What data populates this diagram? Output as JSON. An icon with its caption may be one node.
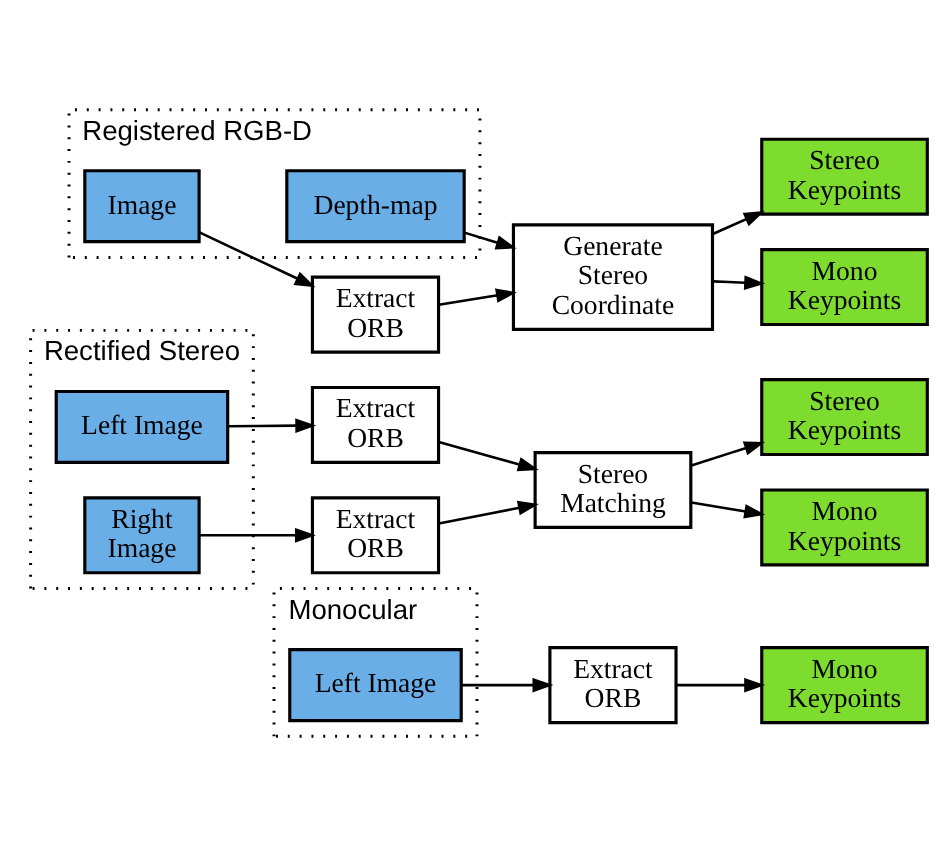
{
  "diagram": {
    "nodes": [
      {
        "text": [
          "Monocular"
        ]
      },
      {
        "text": [
          "Left Image"
        ],
        "in": 0
      },
      {
        "text": [
          "Extract ORB"
        ]
      },
      {
        "text": [
          "Mono Keypoints"
        ]
      },
      {
        "text": [
          "Rectified Stereo"
        ]
      },
      {
        "text": [
          "Left Image"
        ],
        "in": 4
      },
      {
        "text": [
          "Right Image"
        ],
        "in": 4
      },
      {
        "text": [
          "Extract ORB"
        ]
      },
      {
        "text": [
          "Extract ORB"
        ]
      },
      {
        "text": [
          "Stereo Matching"
        ]
      },
      {
        "text": [
          "Stereo Keypoints"
        ]
      },
      {
        "text": [
          "Mono Keypoints"
        ]
      },
      {
        "text": [
          "Registered RGB-D"
        ]
      },
      {
        "text": [
          "Image"
        ],
        "in": 12
      },
      {
        "text": [
          "Depth-map"
        ],
        "in": 12
      },
      {
        "text": [
          "Extract ORB"
        ]
      },
      {
        "text": [
          "Generate Stereo Coordinate"
        ]
      },
      {
        "text": [
          "Stereo Keypoints"
        ]
      },
      {
        "text": [
          "Mono Keypoints"
        ]
      }
    ],
    "edges": [
      {
        "from": 1,
        "to": 2,
        "arrow": "to"
      },
      {
        "from": 2,
        "to": 3,
        "arrow": "to"
      },
      {
        "from": 5,
        "to": 7,
        "arrow": "to"
      },
      {
        "from": 6,
        "to": 8,
        "arrow": "to"
      },
      {
        "from": 7,
        "to": 9,
        "arrow": "to"
      },
      {
        "from": 8,
        "to": 9,
        "arrow": "to"
      },
      {
        "from": 9,
        "to": 10,
        "arrow": "to"
      },
      {
        "from": 9,
        "to": 11,
        "arrow": "to"
      },
      {
        "from": 13,
        "to": 15,
        "arrow": "to"
      },
      {
        "from": 14,
        "to": 16,
        "arrow": "to"
      },
      {
        "from": 15,
        "to": 16,
        "arrow": "to"
      },
      {
        "from": 16,
        "to": 17,
        "arrow": "to"
      },
      {
        "from": 16,
        "to": 18,
        "arrow": "to"
      }
    ]
  }
}
